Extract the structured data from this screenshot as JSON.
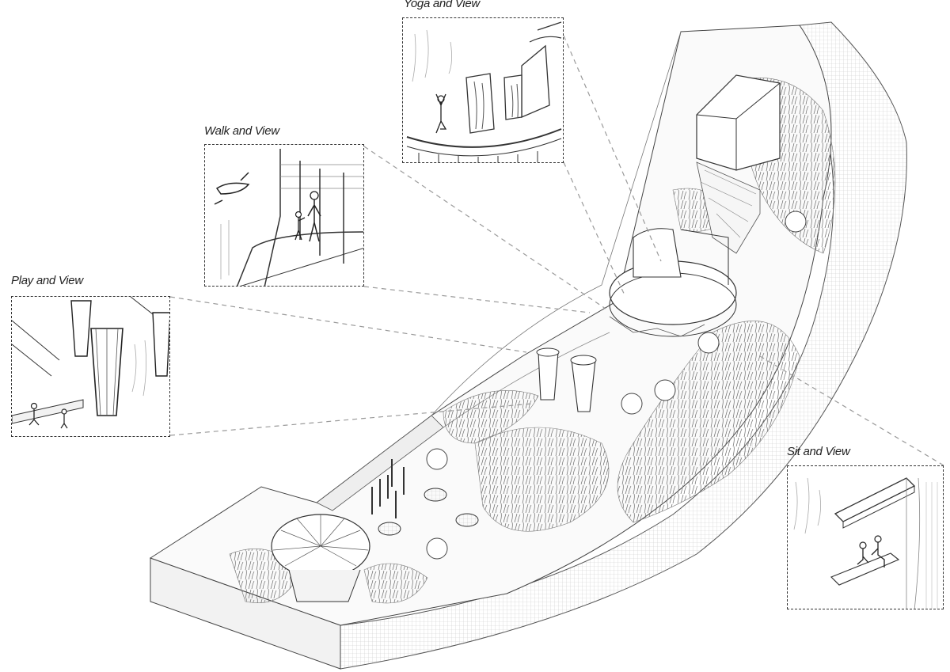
{
  "callouts": [
    {
      "id": "yoga",
      "label": "Yoga and View"
    },
    {
      "id": "walk",
      "label": "Walk and View"
    },
    {
      "id": "play",
      "label": "Play and View"
    },
    {
      "id": "sit",
      "label": "Sit and View"
    }
  ],
  "colors": {
    "line": "#333333",
    "leader": "#9a9a9a",
    "hatch": "#c8c8c8",
    "ground": "#f4f4f4"
  }
}
